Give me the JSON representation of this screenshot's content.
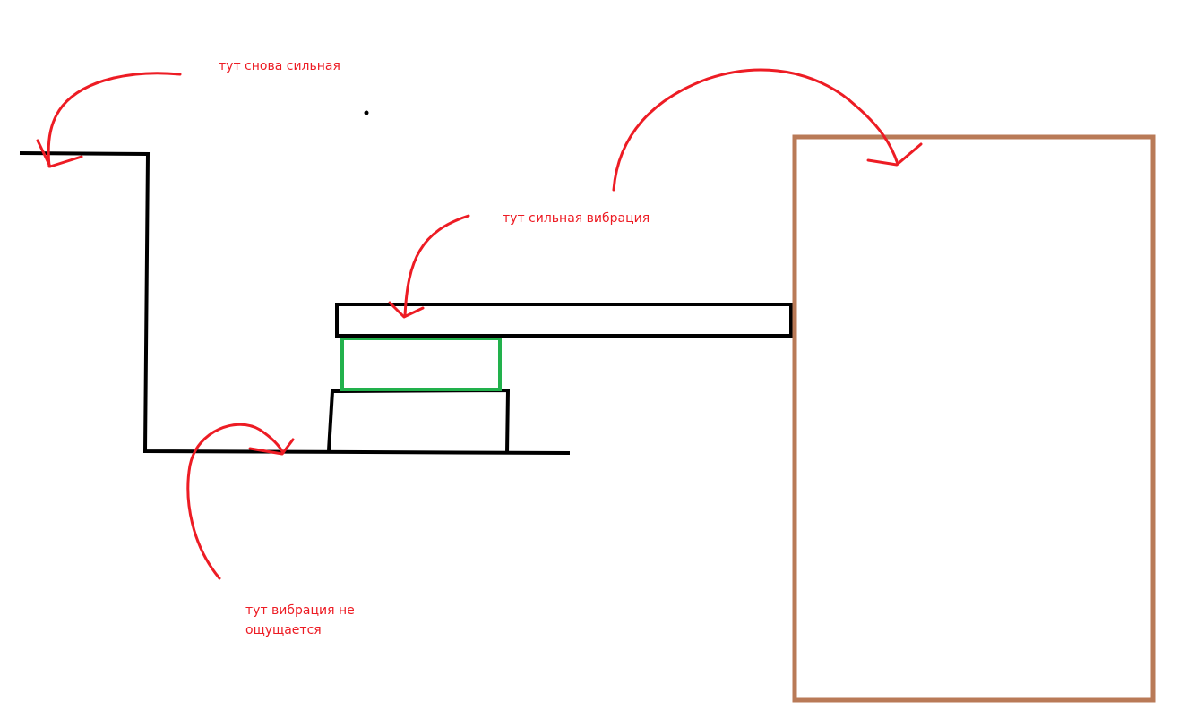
{
  "labels": {
    "strong_again": "тут снова сильная",
    "strong_vibration": "тут сильная вибрация",
    "no_vibration_line1": "тут вибрация не",
    "no_vibration_line2": "ощущается"
  },
  "colors": {
    "structure": "#000000",
    "annotation": "#ED1C24",
    "damper": "#22B14C",
    "cabinet": "#B97A57",
    "background": "#FFFFFF"
  }
}
